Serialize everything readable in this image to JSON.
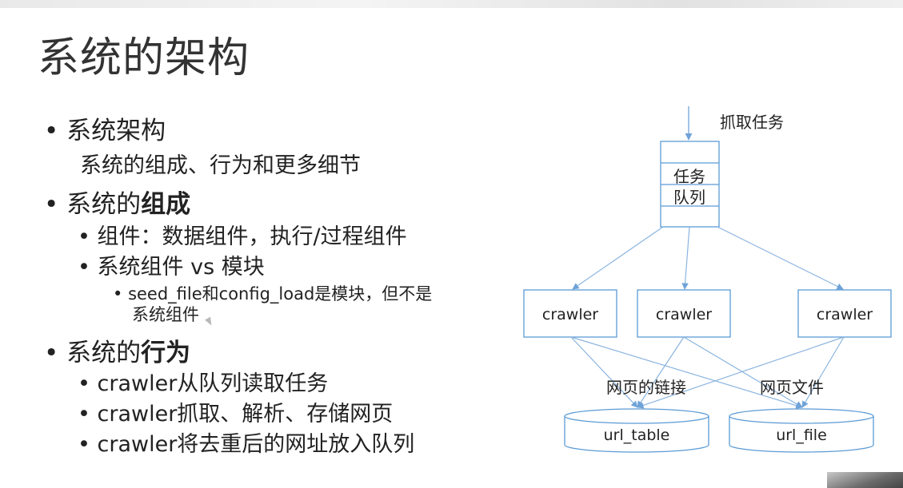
{
  "slide": {
    "title": "系统的架构",
    "bullets": {
      "b1": "系统架构",
      "b1_sub": "系统的组成、行为和更多细节",
      "b2_prefix": "系统的",
      "b2_bold": "组成",
      "b2_1": "组件：数据组件，执行/过程组件",
      "b2_2": "系统组件 vs 模块",
      "b2_2_1a": "seed_file和config_load是模块，但不是",
      "b2_2_1b": "系统组件",
      "b3_prefix": "系统的",
      "b3_bold": "行为",
      "b3_1": "crawler从队列读取任务",
      "b3_2": "crawler抓取、解析、存储网页",
      "b3_3": "crawler将去重后的网址放入队列"
    }
  },
  "diagram": {
    "input_label": "抓取任务",
    "queue_label_1": "任务",
    "queue_label_2": "队列",
    "crawlers": [
      "crawler",
      "crawler",
      "crawler"
    ],
    "edge_label_links": "网页的链接",
    "edge_label_files": "网页文件",
    "stores": [
      "url_table",
      "url_file"
    ],
    "colors": {
      "stroke": "#5b9bd5",
      "edge": "#8ab4df"
    }
  }
}
